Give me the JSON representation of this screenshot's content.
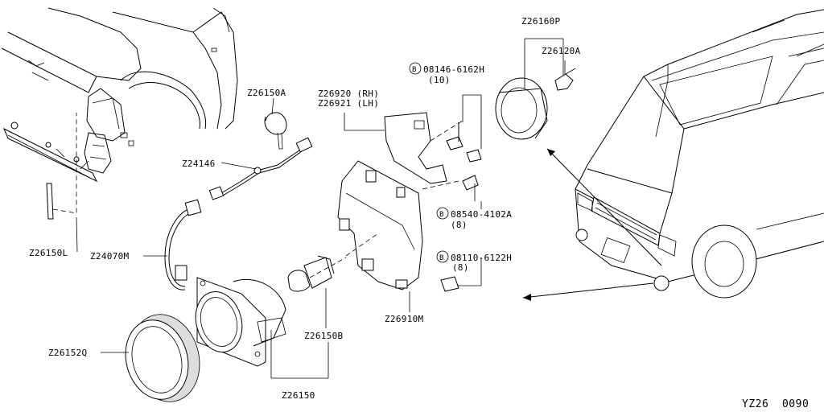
{
  "labels": {
    "p26160P": "Z26160P",
    "p26120A": "Z26120A",
    "bolt1": "08146-6162H",
    "bolt1_qty": "(10)",
    "p26920": "Z26920 (RH)",
    "p26921": "Z26921 (LH)",
    "p26150A": "Z26150A",
    "p24146": "Z24146",
    "bolt2": "08540-4102A",
    "bolt2_qty": "(8)",
    "p26150L": "Z26150L",
    "p24070M": "Z24070M",
    "bolt3": "08110-6122H",
    "bolt3_qty": "(8)",
    "p26910M": "Z26910M",
    "p26150B": "Z26150B",
    "p26152Q": "Z26152Q",
    "p26150": "Z26150",
    "circle_b": "B"
  },
  "diagram_ref": "YZ26  0090"
}
